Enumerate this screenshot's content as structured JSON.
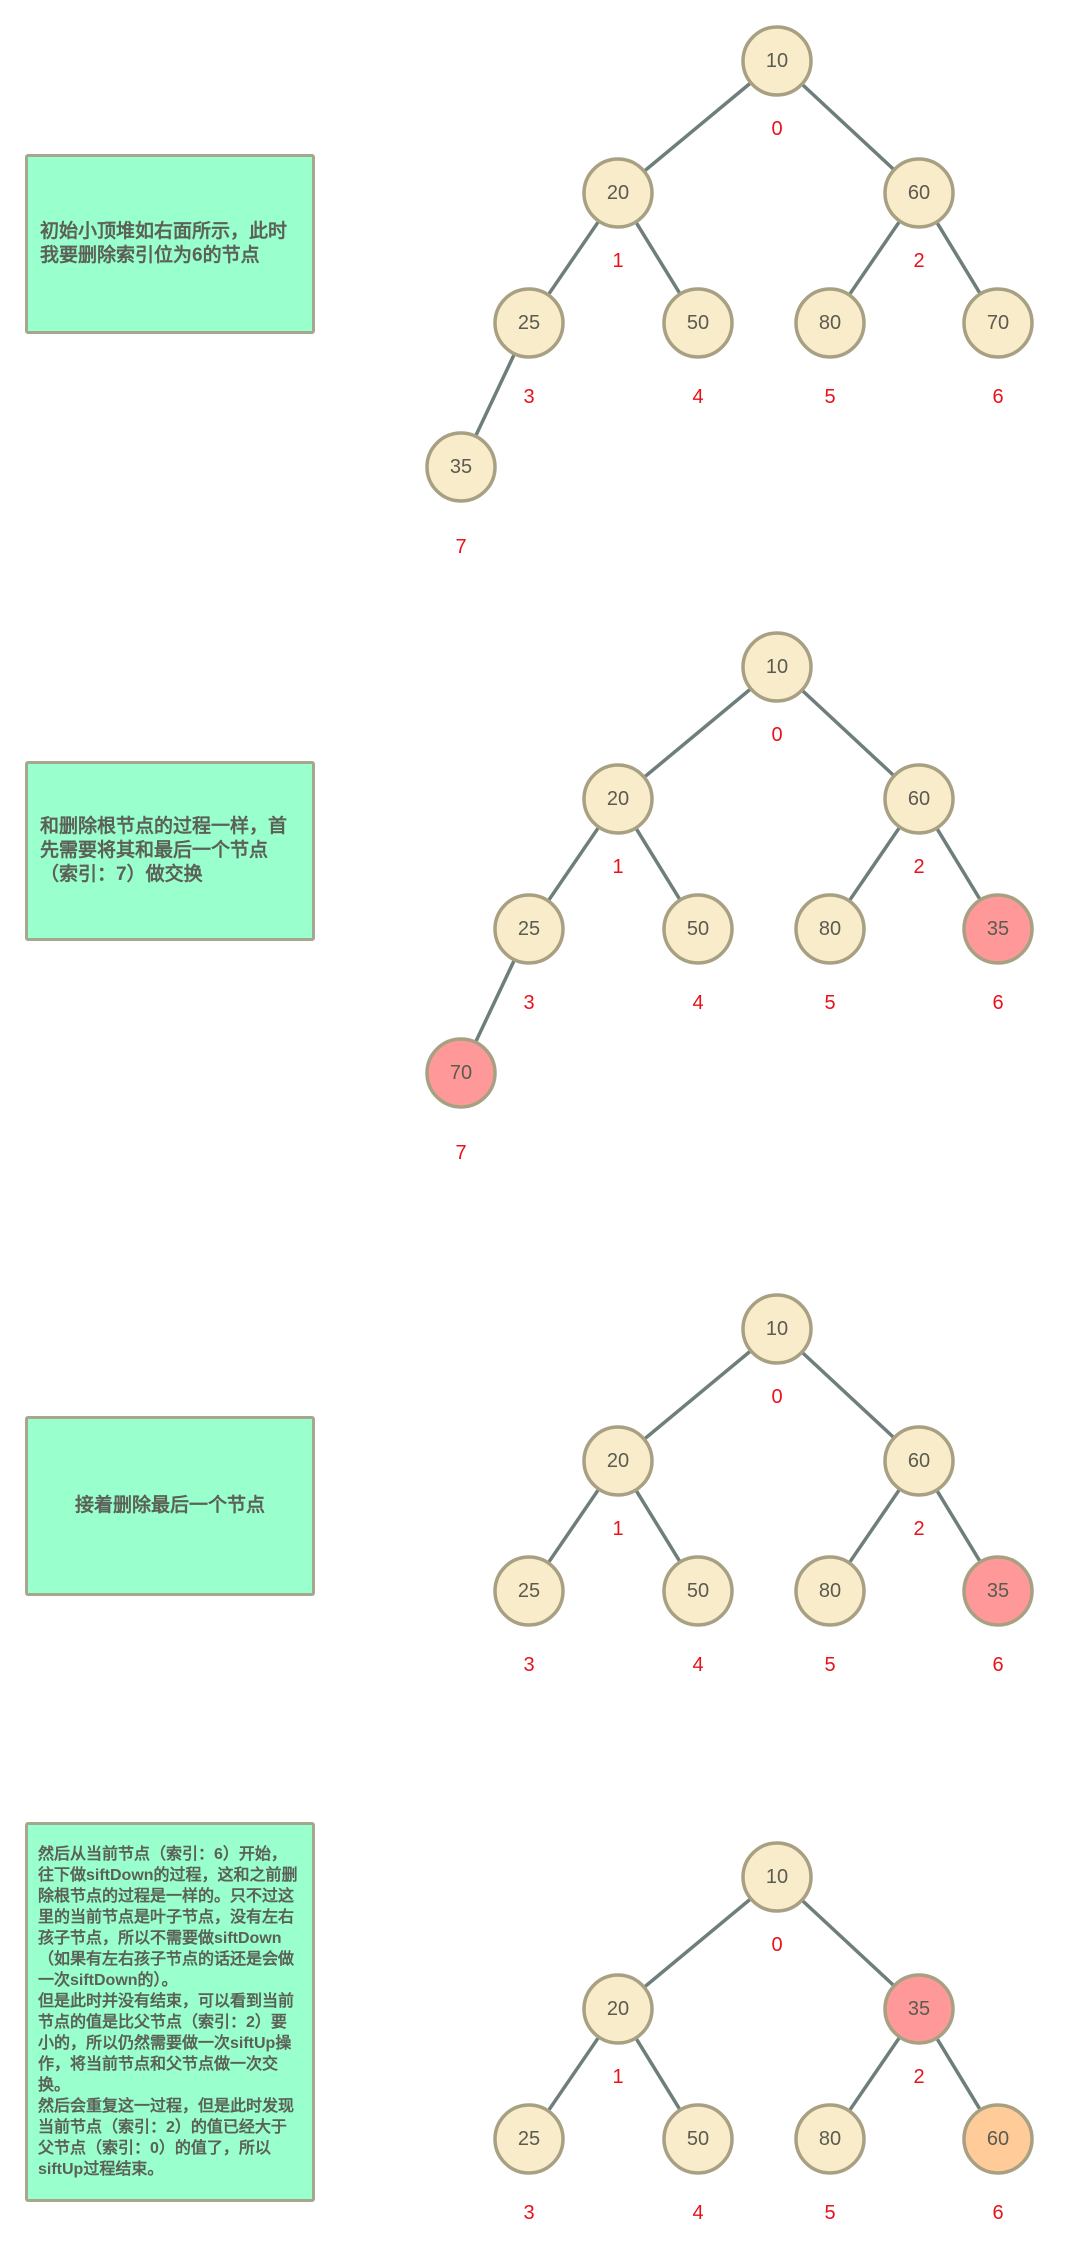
{
  "colors": {
    "normal": "#f9eccb",
    "swap": "#ff9999",
    "moved": "#ffcc99",
    "edge": "#6e7f7b",
    "index": "#e8121a",
    "note_bg": "#99ffcc"
  },
  "steps": [
    {
      "note": {
        "paragraphs": [
          "初始小顶堆如右面所示，此时我要删除索引位为6的节点"
        ]
      },
      "nodes": [
        {
          "value": "10",
          "index": "0",
          "fill": "normal"
        },
        {
          "value": "20",
          "index": "1",
          "fill": "normal"
        },
        {
          "value": "60",
          "index": "2",
          "fill": "normal"
        },
        {
          "value": "25",
          "index": "3",
          "fill": "normal"
        },
        {
          "value": "50",
          "index": "4",
          "fill": "normal"
        },
        {
          "value": "80",
          "index": "5",
          "fill": "normal"
        },
        {
          "value": "70",
          "index": "6",
          "fill": "normal"
        },
        {
          "value": "35",
          "index": "7",
          "fill": "normal"
        }
      ]
    },
    {
      "note": {
        "paragraphs": [
          "和删除根节点的过程一样，首先需要将其和最后一个节点（索引：7）做交换"
        ]
      },
      "nodes": [
        {
          "value": "10",
          "index": "0",
          "fill": "normal"
        },
        {
          "value": "20",
          "index": "1",
          "fill": "normal"
        },
        {
          "value": "60",
          "index": "2",
          "fill": "normal"
        },
        {
          "value": "25",
          "index": "3",
          "fill": "normal"
        },
        {
          "value": "50",
          "index": "4",
          "fill": "normal"
        },
        {
          "value": "80",
          "index": "5",
          "fill": "normal"
        },
        {
          "value": "35",
          "index": "6",
          "fill": "swap"
        },
        {
          "value": "70",
          "index": "7",
          "fill": "swap"
        }
      ]
    },
    {
      "note": {
        "paragraphs": [
          "接着删除最后一个节点"
        ]
      },
      "nodes": [
        {
          "value": "10",
          "index": "0",
          "fill": "normal"
        },
        {
          "value": "20",
          "index": "1",
          "fill": "normal"
        },
        {
          "value": "60",
          "index": "2",
          "fill": "normal"
        },
        {
          "value": "25",
          "index": "3",
          "fill": "normal"
        },
        {
          "value": "50",
          "index": "4",
          "fill": "normal"
        },
        {
          "value": "80",
          "index": "5",
          "fill": "normal"
        },
        {
          "value": "35",
          "index": "6",
          "fill": "swap"
        }
      ]
    },
    {
      "note": {
        "paragraphs": [
          "然后从当前节点（索引：6）开始，往下做siftDown的过程，这和之前删除根节点的过程是一样的。只不过这里的当前节点是叶子节点，没有左右孩子节点，所以不需要做siftDown（如果有左右孩子节点的话还是会做一次siftDown的）。",
          "但是此时并没有结束，可以看到当前节点的值是比父节点（索引：2）要小的，所以仍然需要做一次siftUp操作，将当前节点和父节点做一次交换。",
          "然后会重复这一过程，但是此时发现当前节点（索引：2）的值已经大于父节点（索引：0）的值了，所以siftUp过程结束。"
        ]
      },
      "nodes": [
        {
          "value": "10",
          "index": "0",
          "fill": "normal"
        },
        {
          "value": "20",
          "index": "1",
          "fill": "normal"
        },
        {
          "value": "35",
          "index": "2",
          "fill": "swap"
        },
        {
          "value": "25",
          "index": "3",
          "fill": "normal"
        },
        {
          "value": "50",
          "index": "4",
          "fill": "normal"
        },
        {
          "value": "80",
          "index": "5",
          "fill": "normal"
        },
        {
          "value": "60",
          "index": "6",
          "fill": "moved"
        }
      ]
    }
  ]
}
